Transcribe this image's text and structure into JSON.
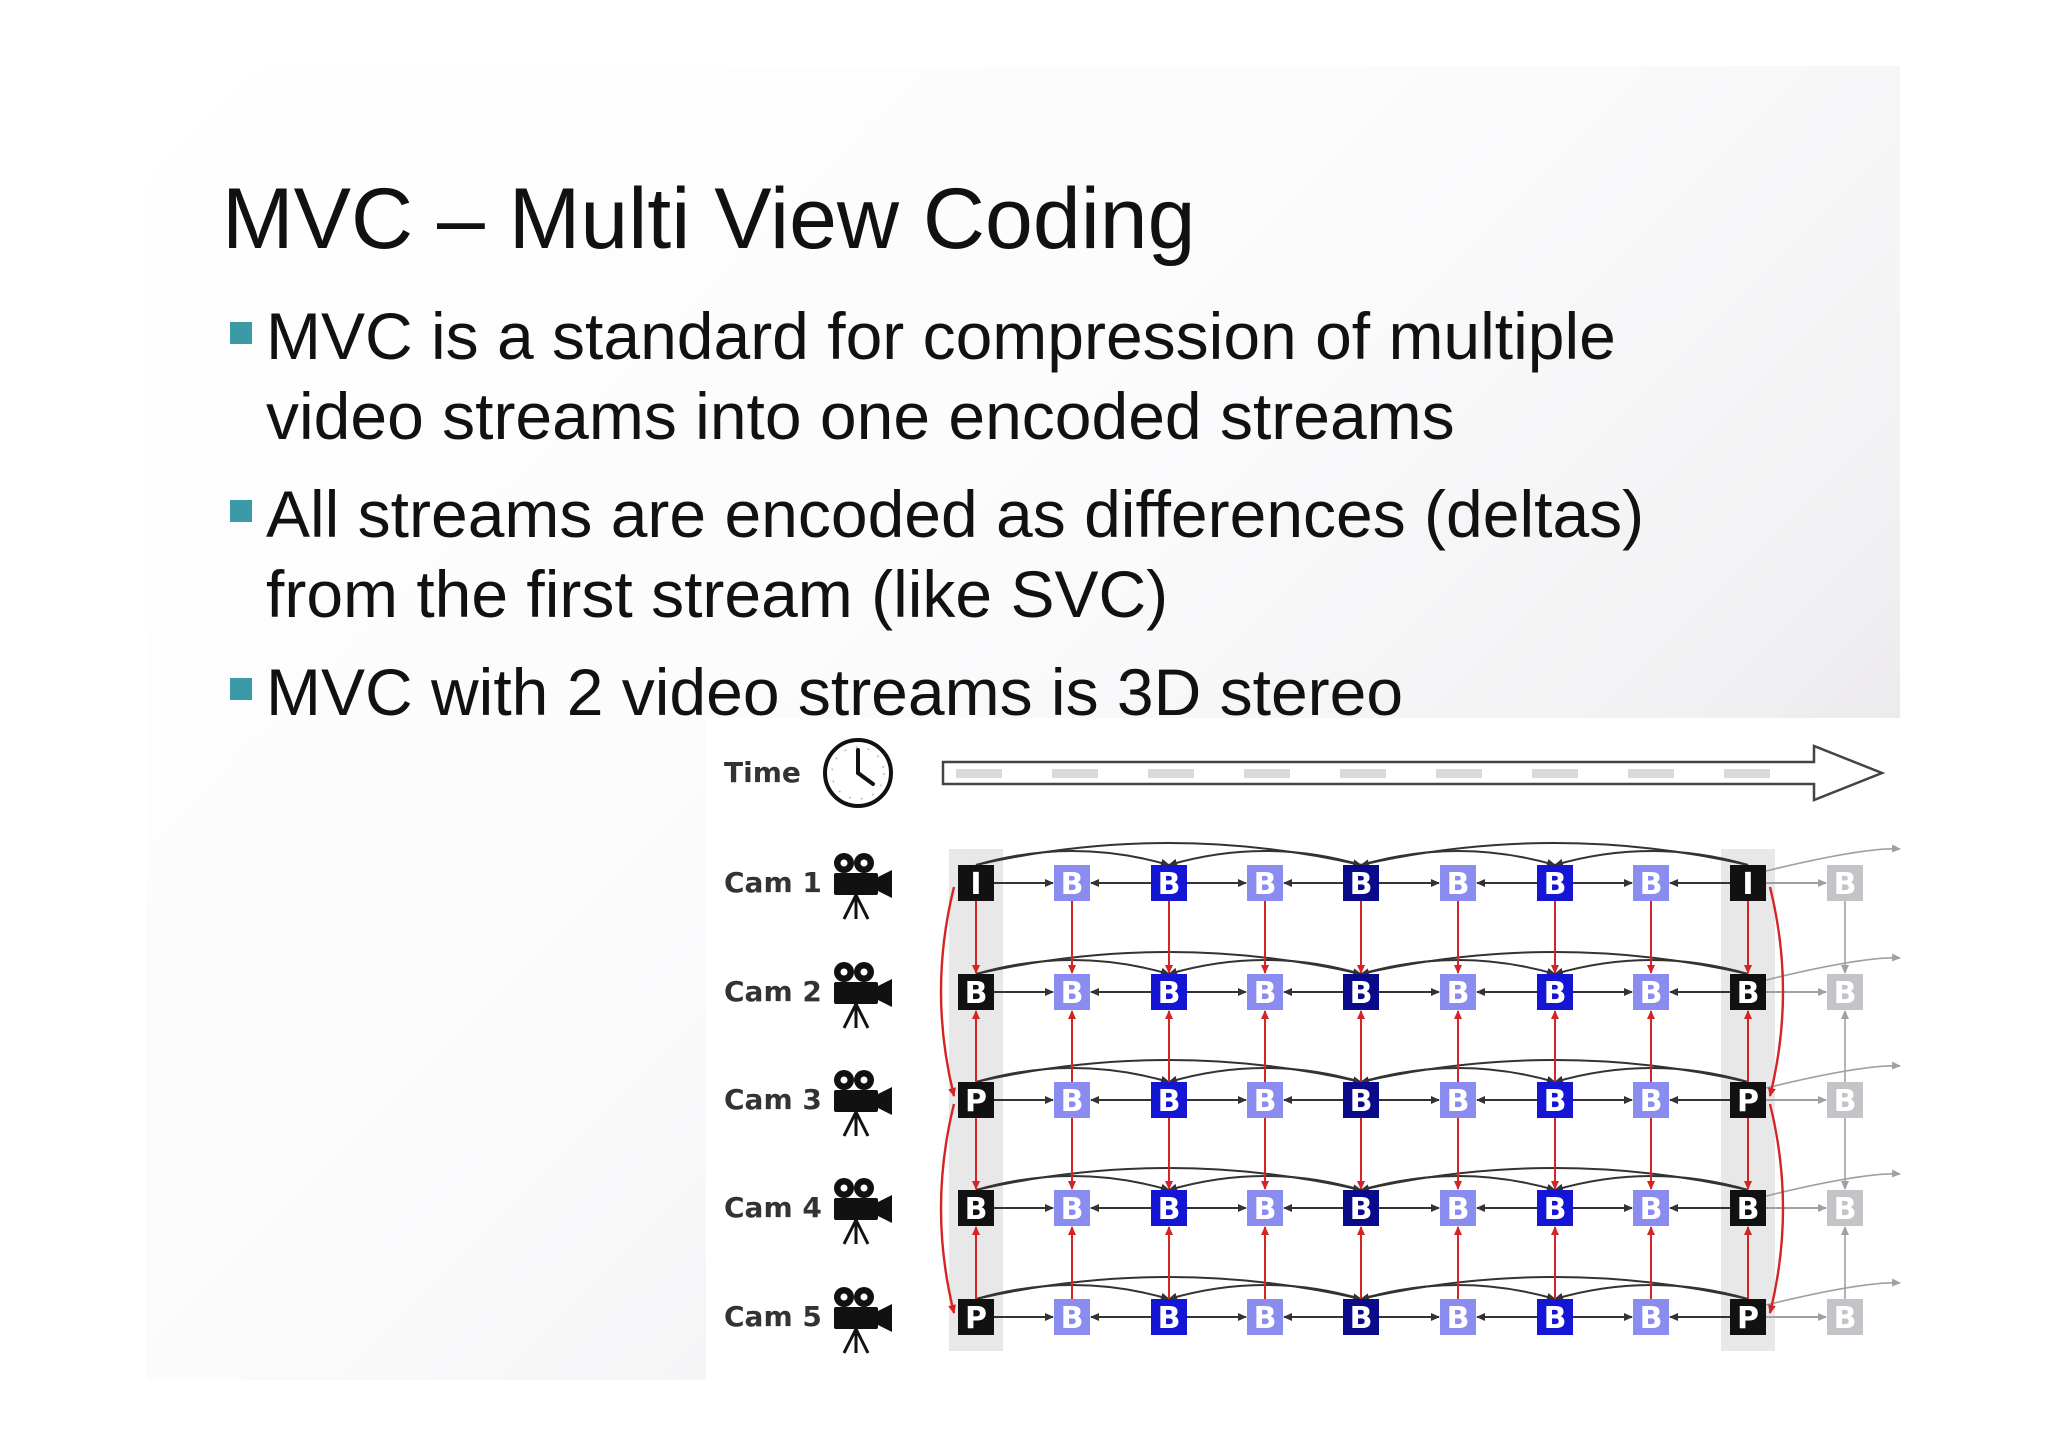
{
  "slide": {
    "title": "MVC – Multi View Coding",
    "bullets": [
      {
        "line1": "MVC is a standard for compression of multiple",
        "line2": "video streams into one encoded streams"
      },
      {
        "line1": "All streams are encoded as differences (deltas)",
        "line2": "from the first stream (like SVC)"
      },
      {
        "line1": "MVC with 2 video streams is 3D stereo",
        "line2": ""
      }
    ]
  },
  "diagram": {
    "time_label": "Time",
    "cameras": [
      "Cam 1",
      "Cam 2",
      "Cam 3",
      "Cam 4",
      "Cam 5"
    ],
    "frames": [
      [
        "I",
        "B",
        "B",
        "B",
        "B",
        "B",
        "B",
        "B",
        "I",
        "B"
      ],
      [
        "B",
        "B",
        "B",
        "B",
        "B",
        "B",
        "B",
        "B",
        "B",
        "B"
      ],
      [
        "P",
        "B",
        "B",
        "B",
        "B",
        "B",
        "B",
        "B",
        "P",
        "B"
      ],
      [
        "B",
        "B",
        "B",
        "B",
        "B",
        "B",
        "B",
        "B",
        "B",
        "B"
      ],
      [
        "P",
        "B",
        "B",
        "B",
        "B",
        "B",
        "B",
        "B",
        "P",
        "B"
      ]
    ],
    "colors": {
      "key": "#111111",
      "light": "#8a8cf0",
      "mid": "#1515d6",
      "dark": "#0a0a8a",
      "faded": "#c4c4c8",
      "arrow_red": "#d42424",
      "arrow_dark": "#333333",
      "accent_bullet": "#3a9aa5"
    }
  }
}
